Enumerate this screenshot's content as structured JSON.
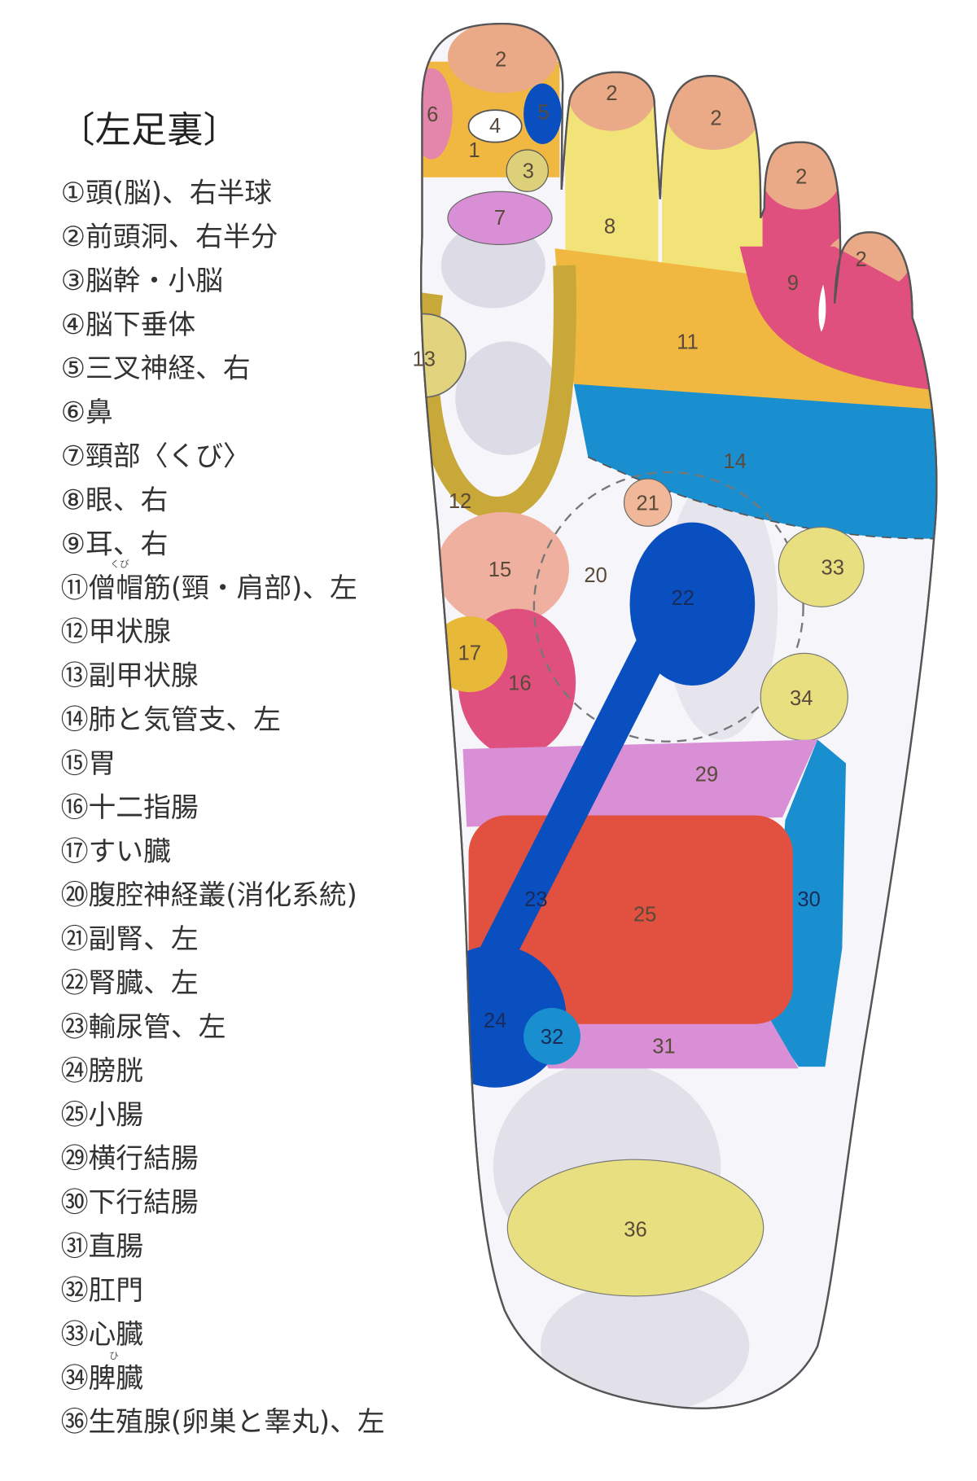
{
  "title": "〔左足裏〕",
  "legend": [
    "①頭(脳)、右半球",
    "②前頭洞、右半分",
    "③脳幹・小脳",
    "④脳下垂体",
    "⑤三叉神経、右",
    "⑥鼻",
    "⑦頸部〈くび〉",
    "⑧眼、右",
    "⑨耳、右",
    "⑪僧帽筋(頸・肩部)、左",
    "⑫甲状腺",
    "⑬副甲状腺",
    "⑭肺と気管支、左",
    "⑮胃",
    "⑯十二指腸",
    "⑰すい臓",
    "⑳腹腔神経叢(消化系統)",
    "㉑副腎、左",
    "㉒腎臓、左",
    "㉓輸尿管、左",
    "㉔膀胱",
    "㉕小腸",
    "㉙横行結腸",
    "㉚下行結腸",
    "㉛直腸",
    "㉜肛門",
    "㉝心臓",
    "㉞脾臓",
    "㊱生殖腺(卵巣と睾丸)、左"
  ],
  "ruby": {
    "kubi": "くび",
    "hi": "ひ"
  },
  "zones": {
    "z1": "1",
    "z2": "2",
    "z3": "3",
    "z4": "4",
    "z5": "5",
    "z6": "6",
    "z7": "7",
    "z8": "8",
    "z9": "9",
    "z11": "11",
    "z12": "12",
    "z13": "13",
    "z14": "14",
    "z15": "15",
    "z16": "16",
    "z17": "17",
    "z20": "20",
    "z21": "21",
    "z22": "22",
    "z23": "23",
    "z24": "24",
    "z25": "25",
    "z29": "29",
    "z30": "30",
    "z31": "31",
    "z32": "32",
    "z33": "33",
    "z34": "34",
    "z36": "36"
  },
  "colors": {
    "peach": "#eaa987",
    "orange": "#f0b840",
    "pink": "#e0507e",
    "lightpink": "#e485ab",
    "blue": "#1a8fd0",
    "darkblue": "#0a4fbf",
    "yellow": "#f2e378",
    "tan": "#ddd07a",
    "purple": "#d88fd6",
    "red": "#e2513f",
    "olive": "#c8a838"
  }
}
